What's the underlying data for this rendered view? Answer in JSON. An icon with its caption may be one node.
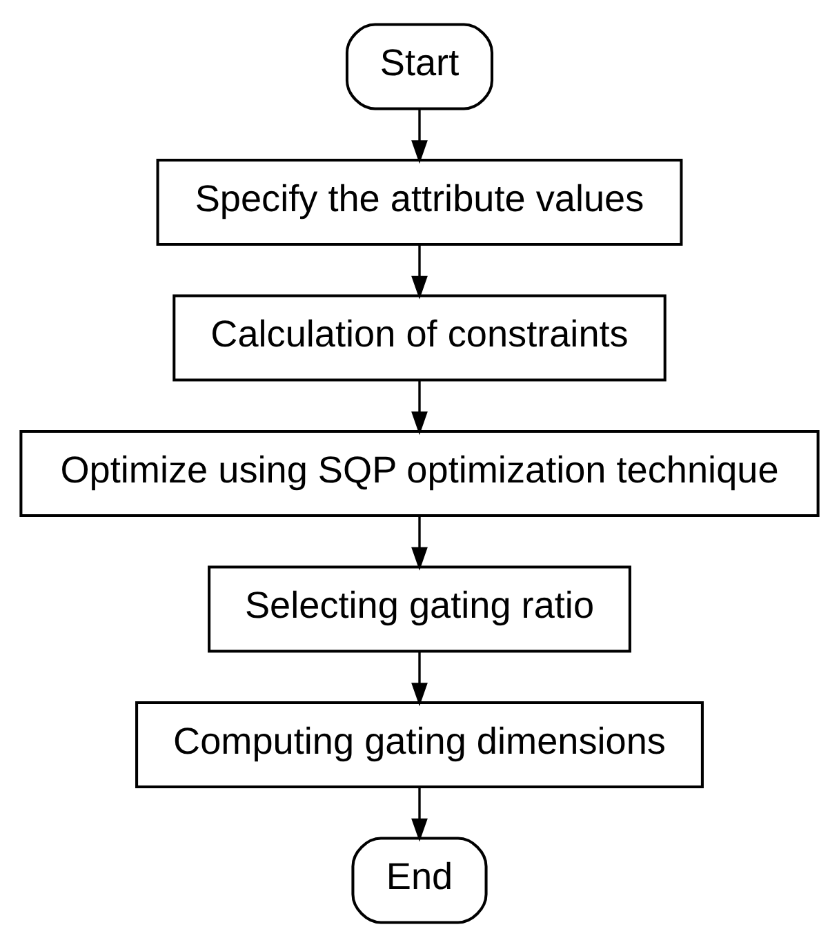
{
  "diagram": {
    "nodes": [
      {
        "text": [
          "Start"
        ]
      },
      {
        "text": [
          "Specify the attribute values"
        ]
      },
      {
        "text": [
          "Calculation of constraints"
        ]
      },
      {
        "text": [
          "Optimize using SQP optimization technique"
        ]
      },
      {
        "text": [
          "Selecting gating ratio"
        ]
      },
      {
        "text": [
          "Computing gating dimensions"
        ]
      },
      {
        "text": [
          "End"
        ]
      }
    ],
    "edges": [
      {
        "from": 0,
        "to": 1,
        "arrow": "to"
      },
      {
        "from": 1,
        "to": 2,
        "arrow": "to"
      },
      {
        "from": 2,
        "to": 3,
        "arrow": "to"
      },
      {
        "from": 3,
        "to": 4,
        "arrow": "to"
      },
      {
        "from": 4,
        "to": 5,
        "arrow": "to"
      },
      {
        "from": 5,
        "to": 6,
        "arrow": "to"
      }
    ]
  }
}
